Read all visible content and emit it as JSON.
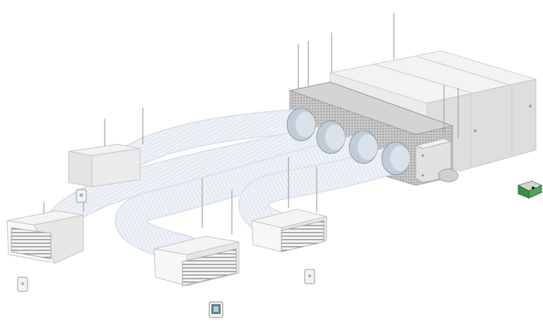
{
  "scene": {
    "background": "#ffffff",
    "colors": {
      "unit_light": "#f1f1f1",
      "unit_mid": "#e3e3e3",
      "unit_dark": "#cfcfcf",
      "duct": "#eef2f7",
      "duct_rib": "#d9e1ea",
      "collar": "#b9c4d0",
      "rod": "#a8a8a8",
      "grille": "#9a9a9a",
      "pcb": "#3e8d4a"
    },
    "components": [
      {
        "name": "ventilation-unit",
        "icon": "air-handling-unit"
      },
      {
        "name": "plenum-box",
        "icon": "perforated-distribution-plenum"
      },
      {
        "name": "flexible-duct",
        "icon": "flexible-duct",
        "count": 4
      },
      {
        "name": "supply-grille",
        "icon": "louvered-diffuser",
        "count": 3
      },
      {
        "name": "wall-diffuser",
        "icon": "wall-plenum-box",
        "count": 1
      },
      {
        "name": "wall-sensor",
        "icon": "room-sensor",
        "count": 3
      },
      {
        "name": "control-panel",
        "icon": "touch-thermostat",
        "count": 1
      },
      {
        "name": "control-board",
        "icon": "circuit-board",
        "count": 1
      }
    ]
  }
}
